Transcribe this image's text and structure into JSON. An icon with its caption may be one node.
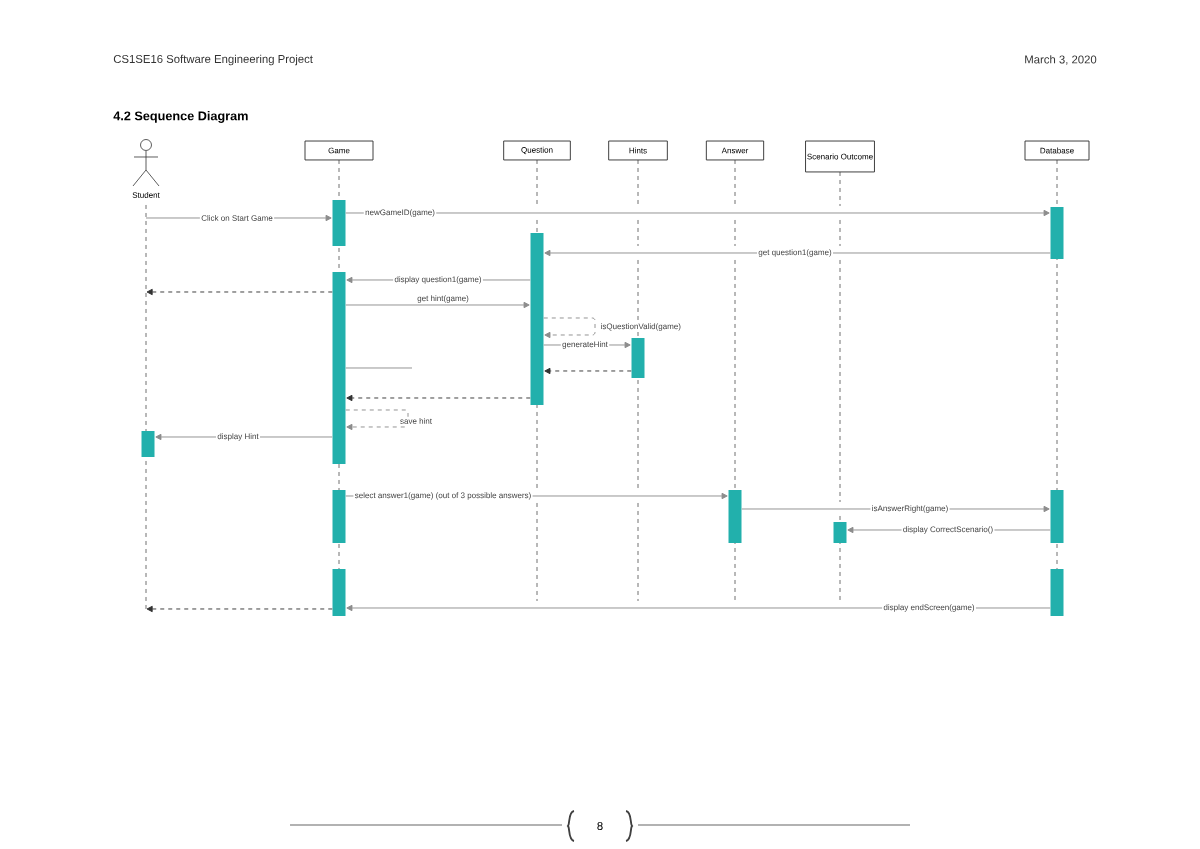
{
  "diagram": {
    "title": "4.2 Sequence Diagram",
    "nodes": [
      {
        "text": [
          "Student"
        ]
      },
      {
        "text": [
          "Game"
        ]
      },
      {
        "text": [
          "Question"
        ]
      },
      {
        "text": [
          "Hints"
        ]
      },
      {
        "text": [
          "Answer"
        ]
      },
      {
        "text": [
          "Scenario Outcome"
        ]
      },
      {
        "text": [
          "Database"
        ]
      },
      {
        "text": [],
        "shape": "bar",
        "in": 1
      },
      {
        "text": [],
        "shape": "bar",
        "in": 6
      },
      {
        "text": [],
        "shape": "bar",
        "in": 2
      },
      {
        "text": [],
        "shape": "bar",
        "in": 1
      },
      {
        "text": [],
        "shape": "bar",
        "in": 3
      },
      {
        "text": [],
        "shape": "bar",
        "in": 0
      },
      {
        "text": [],
        "shape": "bar",
        "in": 1
      },
      {
        "text": [],
        "shape": "bar",
        "in": 4
      },
      {
        "text": [],
        "shape": "bar",
        "in": 6
      },
      {
        "text": [],
        "shape": "bar",
        "in": 5
      },
      {
        "text": [],
        "shape": "bar",
        "in": 1
      },
      {
        "text": [],
        "shape": "bar",
        "in": 6
      }
    ],
    "edges": [
      {
        "from": 0,
        "to": 7,
        "arrow": "to",
        "label": "Click on Start Game"
      },
      {
        "from": 7,
        "to": 8,
        "arrow": "to",
        "label": "newGameID(game)"
      },
      {
        "from": 8,
        "to": 9,
        "arrow": "to",
        "label": "get question1(game)"
      },
      {
        "from": 9,
        "to": 10,
        "arrow": "to",
        "label": "display question1(game)"
      },
      {
        "from": 10,
        "to": 0,
        "arrow": "to",
        "style": "dashed",
        "color": "#333333"
      },
      {
        "from": 10,
        "to": 9,
        "arrow": "to",
        "label": "get hint(game)"
      },
      {
        "from": 9,
        "to": 9,
        "arrow": "to",
        "style": "dashed",
        "label": "isQuestionValid(game)"
      },
      {
        "from": 9,
        "to": 11,
        "arrow": "to",
        "label": "generateHint"
      },
      {
        "from": 11,
        "to": 9,
        "arrow": "to",
        "style": "dashed",
        "color": "#333333"
      },
      {
        "from": 10,
        "to": null,
        "arrow": "none"
      },
      {
        "from": 9,
        "to": 10,
        "arrow": "to",
        "style": "dashed",
        "color": "#333333"
      },
      {
        "from": 10,
        "to": 10,
        "arrow": "to",
        "style": "dashed",
        "label": "save hint"
      },
      {
        "from": 10,
        "to": 12,
        "arrow": "to",
        "label": "display Hint"
      },
      {
        "from": 13,
        "to": 14,
        "arrow": "to",
        "label": "select answer1(game) (out of 3 possible answers)"
      },
      {
        "from": 14,
        "to": 15,
        "arrow": "to",
        "label": "isAnswerRight(game)"
      },
      {
        "from": 15,
        "to": 16,
        "arrow": "to",
        "label": "display CorrectScenario()"
      },
      {
        "from": 18,
        "to": 17,
        "arrow": "to",
        "label": "display endScreen(game)"
      },
      {
        "from": 17,
        "to": 0,
        "arrow": "to",
        "style": "dashed",
        "color": "#333333"
      }
    ],
    "labels": [
      "CS1SE16 Software Engineering Project",
      "March 3, 2020",
      "8"
    ]
  }
}
